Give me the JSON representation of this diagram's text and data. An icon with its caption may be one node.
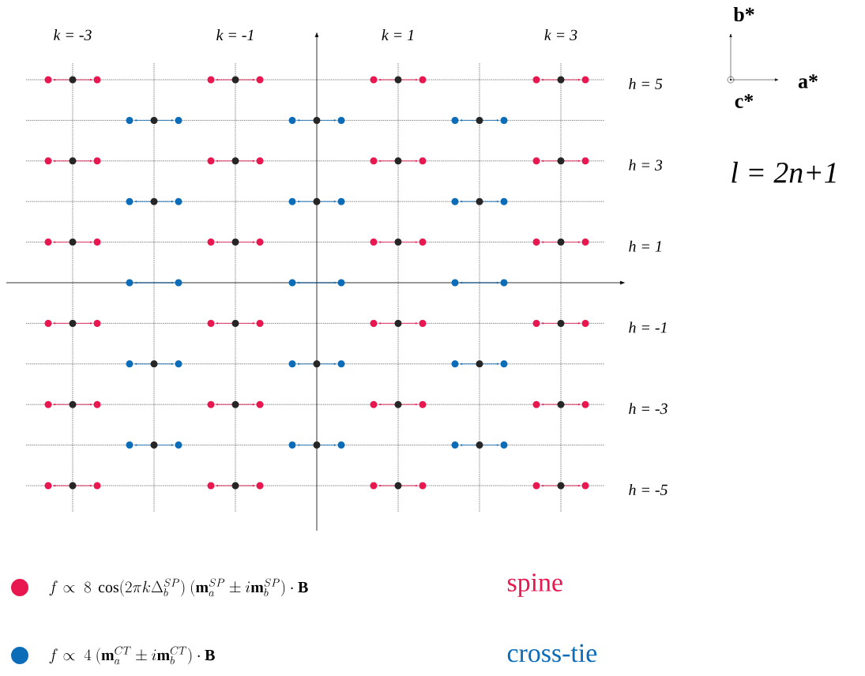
{
  "diagram": {
    "labels": [
      "k = -3",
      "k = -1",
      "k = 1",
      "k = 3",
      "h = 5",
      "h = 3",
      "h = 1",
      "h = -1",
      "h = -3",
      "h = -5",
      "b*",
      "a*",
      "c*",
      "l = 2n+1",
      "f \\propto\\ 8\\ \\cos(2\\pi k\\Delta_b^{SP})\\ (\\mathbf{m}_a^{SP} \\pm i\\mathbf{m}_b^{SP})\\cdot\\mathbf{B}",
      "f \\propto\\ 4\\ (\\mathbf{m}_a^{CT} \\pm i\\mathbf{m}_b^{CT})\\cdot\\mathbf{B}"
    ],
    "legend": [
      {
        "text": "spine",
        "color": "#e8174f"
      },
      {
        "text": "cross-tie",
        "color": "#0b6cb8"
      }
    ]
  }
}
